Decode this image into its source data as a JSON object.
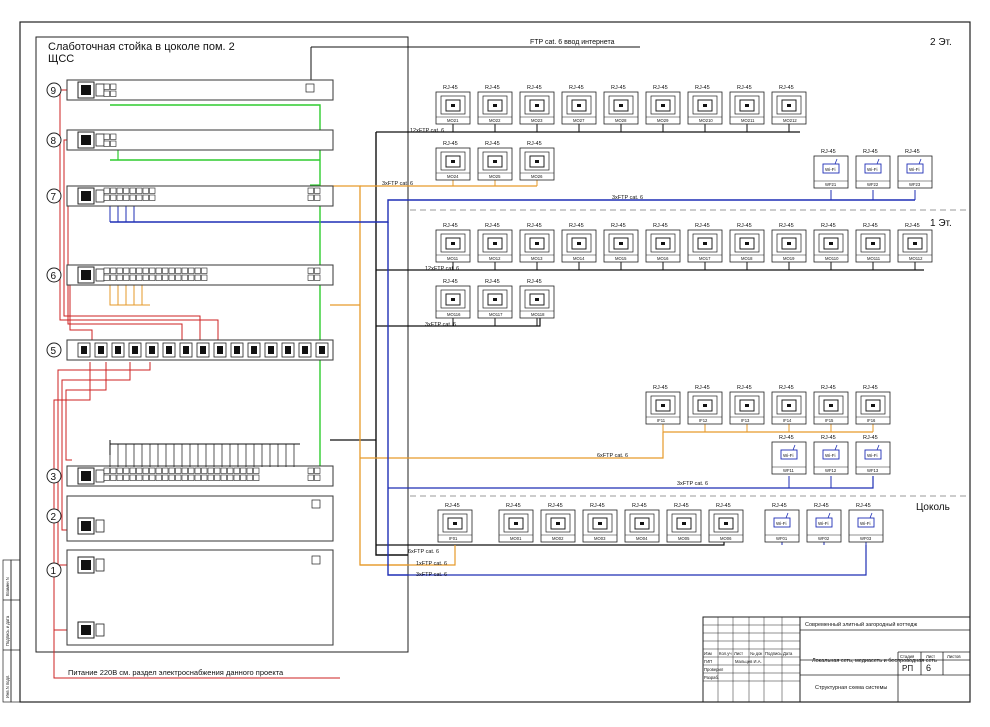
{
  "rack": {
    "title_line1": "Слаботочная стойка в цоколе пом. 2",
    "title_line2": "ЩСС",
    "unit_numbers": [
      "9",
      "8",
      "7",
      "6",
      "5",
      "3",
      "2",
      "1"
    ]
  },
  "floors": {
    "floor2": "2 Эт.",
    "floor1": "1 Эт.",
    "basement": "Цоколь"
  },
  "internet_label": "FTP cat. 6  ввод интернета",
  "socket_label": "RJ-45",
  "cables": [
    "12xFTP cat. 6",
    "3xFTP cat. 6",
    "3xFTP cat. 6",
    "12xFTP cat. 6",
    "3xFTP cat. 6",
    "6xFTP cat. 6",
    "3xFTP cat. 6",
    "6xFTP cat. 6",
    "1xFTP cat. 6",
    "3xFTP cat. 6"
  ],
  "floor2_mo": [
    "МО21",
    "МО22",
    "МО23",
    "МО27",
    "МО28",
    "МО29",
    "МО210",
    "МО211",
    "МО212"
  ],
  "floor2_mo_row2": [
    "МО24",
    "МО25",
    "МО26"
  ],
  "floor2_wifi": [
    "WF21",
    "WF22",
    "WF23"
  ],
  "floor1_mo": [
    "МО11",
    "МО12",
    "МО13",
    "МО14",
    "МО15",
    "МО16",
    "МО17",
    "МО18",
    "МО19",
    "МО110",
    "МО111",
    "МО112"
  ],
  "floor1_mo_row2": [
    "МО116",
    "МО117",
    "МО118"
  ],
  "floor1_if": [
    "IF11",
    "IF12",
    "IF13",
    "IF14",
    "IF15",
    "IF16"
  ],
  "floor1_wifi": [
    "WF11",
    "WF12",
    "WF13"
  ],
  "basement_if": [
    "IF01"
  ],
  "basement_mo": [
    "МО01",
    "МО02",
    "МО03",
    "МО04",
    "МО05",
    "МО06"
  ],
  "basement_wifi": [
    "WF01",
    "WF02",
    "WF03"
  ],
  "wifi_label": "Wi-Fi",
  "power_note": "Питание 220В см. раздел электроснабжения данного проекта",
  "stamp": {
    "project": "Современный элитный загородный коттедж",
    "section": "Локальная сеть, медиасеть и беспроводная сеть",
    "sheet_title": "Структурная схема системы",
    "head_cols": [
      "Изм",
      "Кол.уч",
      "Лист",
      "№ док",
      "Подпись",
      "Дата"
    ],
    "roles": [
      "ГИП",
      "Проверил",
      "Разраб."
    ],
    "engineer": "Мальцев И.А.",
    "col_stage": "Стадия",
    "col_sheet": "Лист",
    "col_sheets": "Листов",
    "stage": "РП",
    "sheet": "6"
  },
  "side_stamp": [
    "Взамен N",
    "Подпись и дата",
    "Инв.N подл."
  ],
  "colors": {
    "green": "#2fcc2f",
    "orange": "#e69a2a",
    "blue": "#1f2fb5",
    "red": "#cc2222",
    "black": "#111111"
  }
}
